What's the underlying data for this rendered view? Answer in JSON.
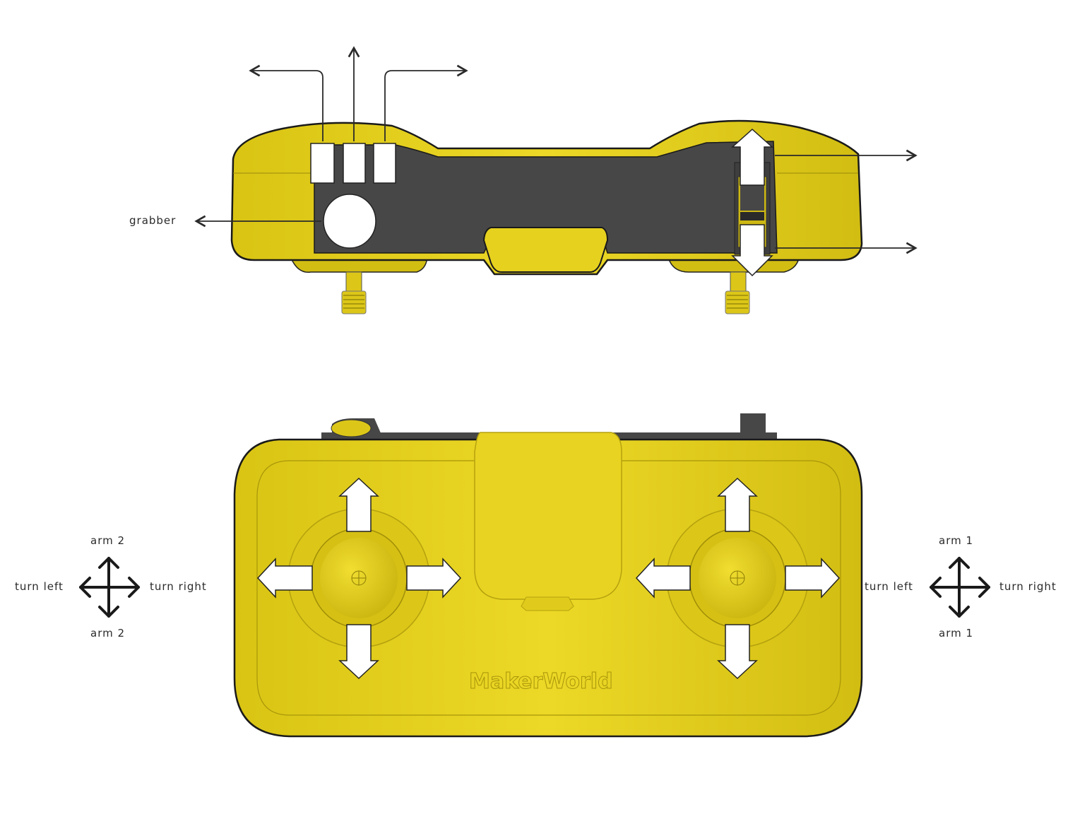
{
  "colors": {
    "body_yellow": "#e8d320",
    "body_yellow_dark": "#b9a50e",
    "panel_dark": "#474747",
    "arrow_white": "#ffffff",
    "line_dark": "#2a2a2a"
  },
  "top_view": {
    "label_grabber": "grabber",
    "buttons": [
      "button-1",
      "button-2",
      "button-3"
    ],
    "callout_arrows": [
      "left",
      "up",
      "right",
      "right-upper",
      "right-lower"
    ]
  },
  "front_view": {
    "brand": "MakerWorld",
    "left_stick": {
      "up": "arm 2",
      "down": "arm 2",
      "left": "turn left",
      "right": "turn right"
    },
    "right_stick": {
      "up": "arm 1",
      "down": "arm 1",
      "left": "turn left",
      "right": "turn right"
    }
  }
}
